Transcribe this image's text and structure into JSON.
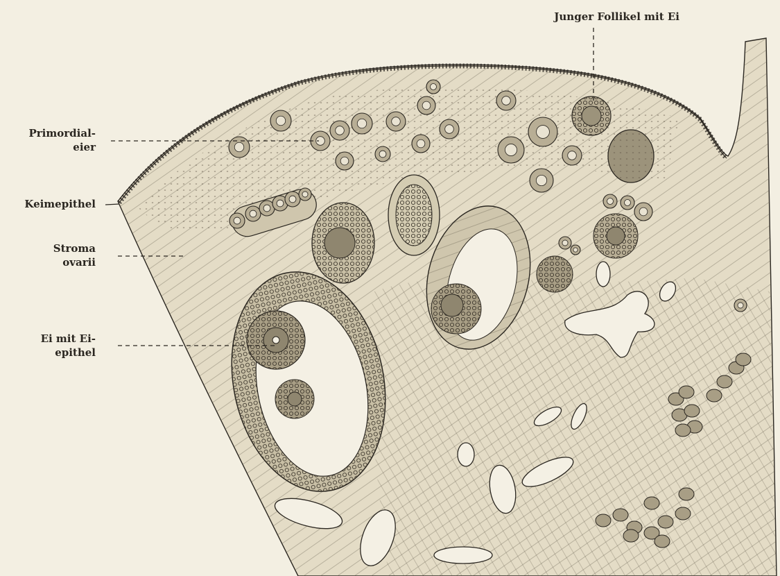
{
  "figure": {
    "labels": {
      "primordial": "Primordial-\neier",
      "keimepithel": "Keimepithel",
      "stroma": "Stroma\novarii",
      "ei_mit_eiepithel": "Ei mit Ei-\nepithel",
      "junger_follikel": "Junger Follikel mit Ei"
    }
  },
  "colors": {
    "paper": "#f3efe2",
    "ink": "#2a2620",
    "tissue": "#e4dcc6",
    "cell_fill": "#b8ae95",
    "nucleus": "#6e6551"
  }
}
